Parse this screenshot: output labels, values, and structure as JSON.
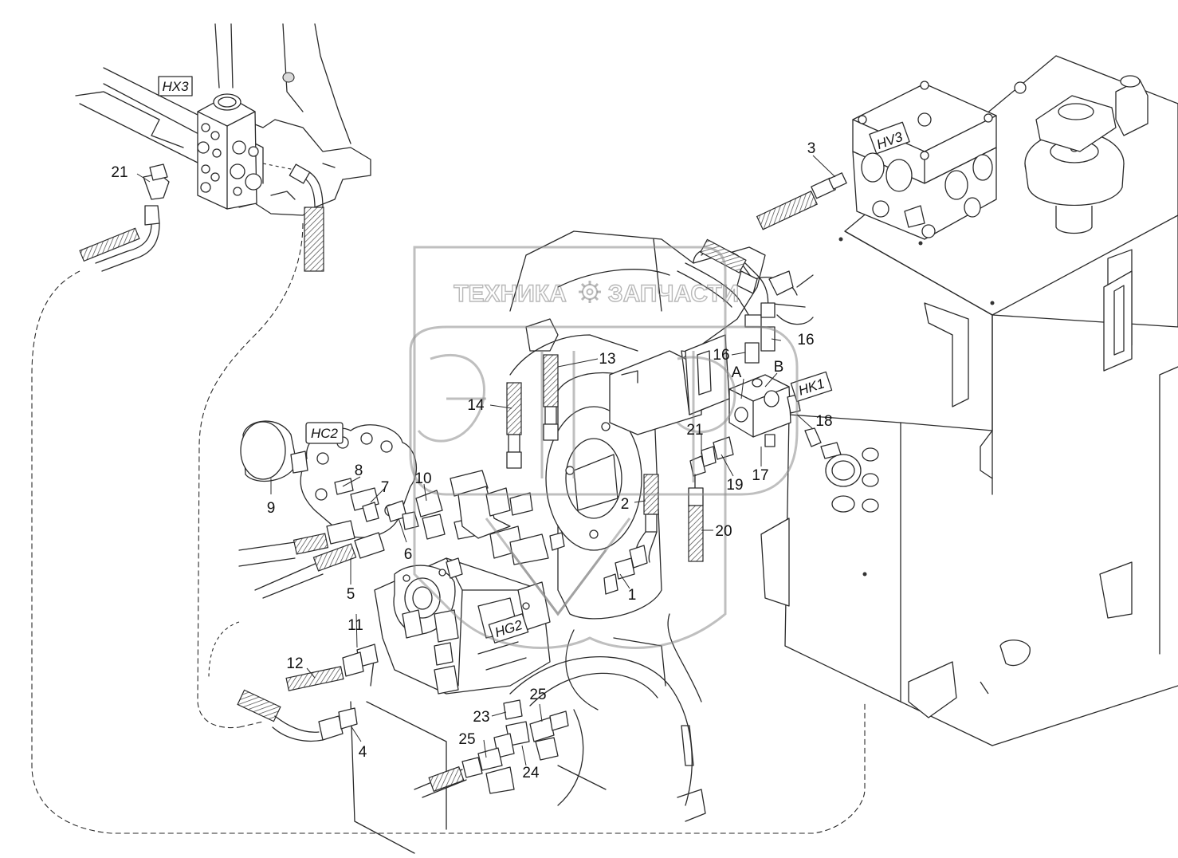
{
  "watermark": {
    "text_left": "ТЕХНИКА",
    "text_right": "ЗАПЧАСТИ",
    "logo_letters": "ЭПЧ"
  },
  "tags": {
    "hx3": "HX3",
    "hv3": "HV3",
    "hc2": "HC2",
    "hk1": "HK1",
    "hg2": "HG2"
  },
  "ports": {
    "a": "A",
    "b": "B"
  },
  "callouts": {
    "c1": "1",
    "c2": "2",
    "c3": "3",
    "c4": "4",
    "c5": "5",
    "c6": "6",
    "c7": "7",
    "c8": "8",
    "c9": "9",
    "c10": "10",
    "c11": "11",
    "c12": "12",
    "c13": "13",
    "c14": "14",
    "c16a": "16",
    "c16b": "16",
    "c17": "17",
    "c18": "18",
    "c19": "19",
    "c20": "20",
    "c21a": "21",
    "c21b": "21",
    "c23": "23",
    "c24": "24",
    "c25a": "25",
    "c25b": "25"
  },
  "icons": [
    "gear-icon"
  ]
}
